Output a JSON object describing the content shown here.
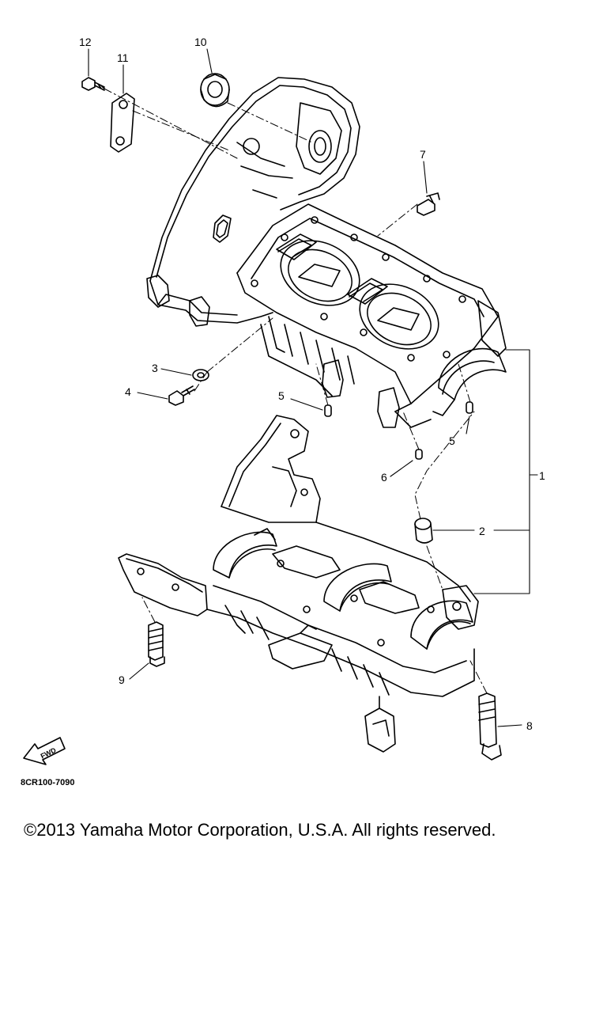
{
  "diagram": {
    "callouts": {
      "c1": "1",
      "c2": "2",
      "c3": "3",
      "c4": "4",
      "c5a": "5",
      "c5b": "5",
      "c6": "6",
      "c7": "7",
      "c8": "8",
      "c9": "9",
      "c10": "10",
      "c11": "11",
      "c12": "12"
    },
    "fwd_label": "FWD"
  },
  "part_number": "8CR100-7090",
  "copyright": "©2013 Yamaha Motor Corporation, U.S.A. All rights reserved."
}
